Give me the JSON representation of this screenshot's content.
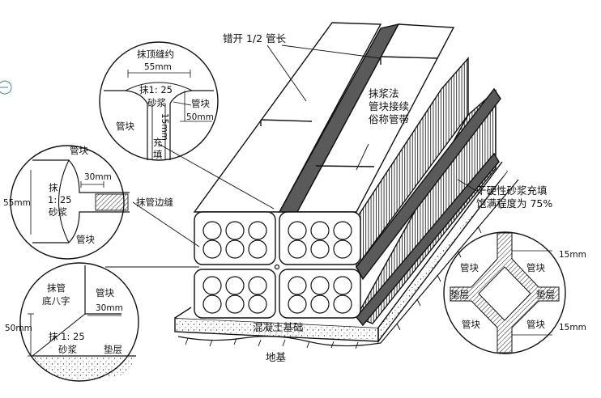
{
  "labels": {
    "top_stagger": "错开 1/2 管长",
    "top_joint_title": "抹顶缝约",
    "top_joint_dim": "55mm",
    "top_joint_mortar_ratio": "抹1: 25",
    "top_joint_mortar": "砂浆",
    "top_joint_block_right": "管块",
    "top_joint_dim_50": "50mm",
    "top_joint_block_left": "管块",
    "top_joint_15mm": "15mm",
    "top_joint_fill_a": "充",
    "top_joint_fill_b": "填",
    "plaster_method_1": "抹浆法",
    "plaster_method_2": "管块接续",
    "plaster_method_3": "俗称管带",
    "side_block_top": "管块",
    "side_dim_30": "30mm",
    "side_dim_55": "55mm",
    "side_mortar_1": "抹",
    "side_mortar_2": "1: 25",
    "side_mortar_3": "砂浆",
    "side_edge_seam": "抹管边缝",
    "side_block_bottom": "管块",
    "bottom_title_1": "抹管",
    "bottom_title_2": "底八字",
    "bottom_block": "管块",
    "bottom_dim_30": "30mm",
    "bottom_dim_50": "50mm",
    "bottom_mortar_ratio": "抹 1: 25",
    "bottom_mortar": "砂浆",
    "bottom_cushion": "垫层",
    "dry_mortar_1": "干硬性砂浆充填",
    "dry_mortar_2": "饱满程度为 75%",
    "cross_dim_top": "15mm",
    "cross_block_tl": "管块",
    "cross_block_tr": "管块",
    "cross_cushion_l": "垫层",
    "cross_cushion_r": "垫层",
    "cross_block_bl": "管块",
    "cross_block_br": "管块",
    "cross_dim_bottom": "15mm",
    "concrete_base": "混凝土基础",
    "ground": "地基"
  },
  "colors": {
    "line": "#111111",
    "mortar_band": "#5a5a5a",
    "block_face": "#ffffff",
    "page_bg": "#ffffff",
    "hatch": "#222222"
  }
}
